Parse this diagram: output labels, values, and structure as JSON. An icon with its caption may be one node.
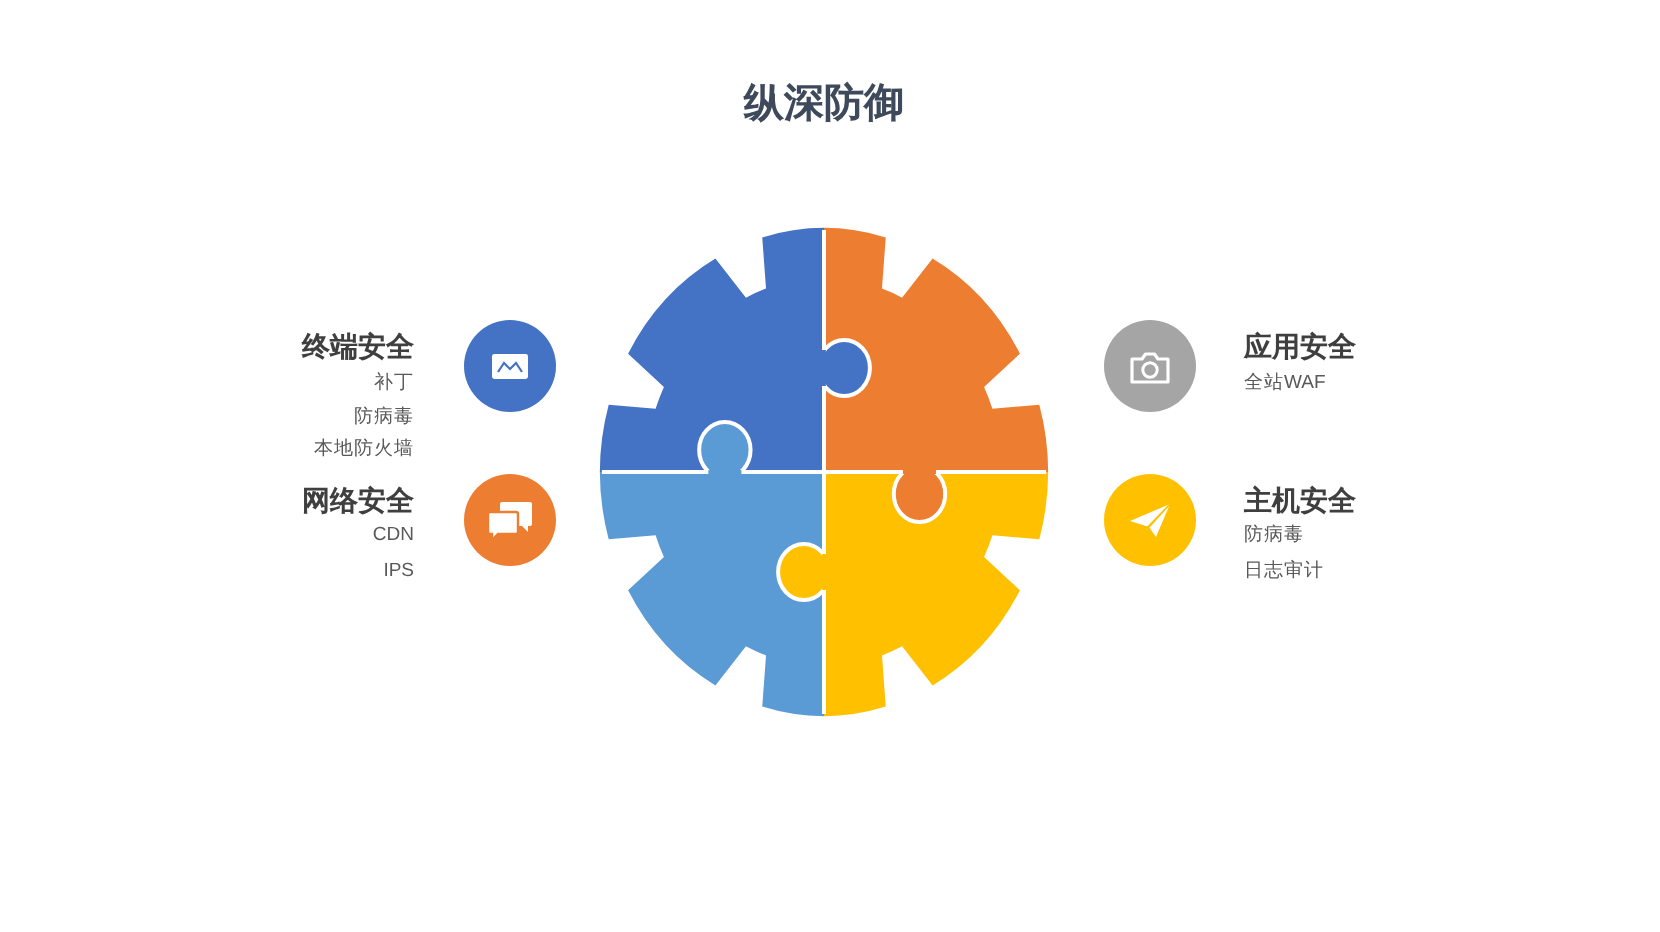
{
  "diagram": {
    "title": "纵深防御",
    "labels": [
      "终端安全",
      "补丁",
      "防病毒",
      "本地防火墙",
      "网络安全",
      "CDN",
      "IPS",
      "应用安全",
      "全站WAF",
      "主机安全",
      "防病毒",
      "日志审计"
    ]
  }
}
